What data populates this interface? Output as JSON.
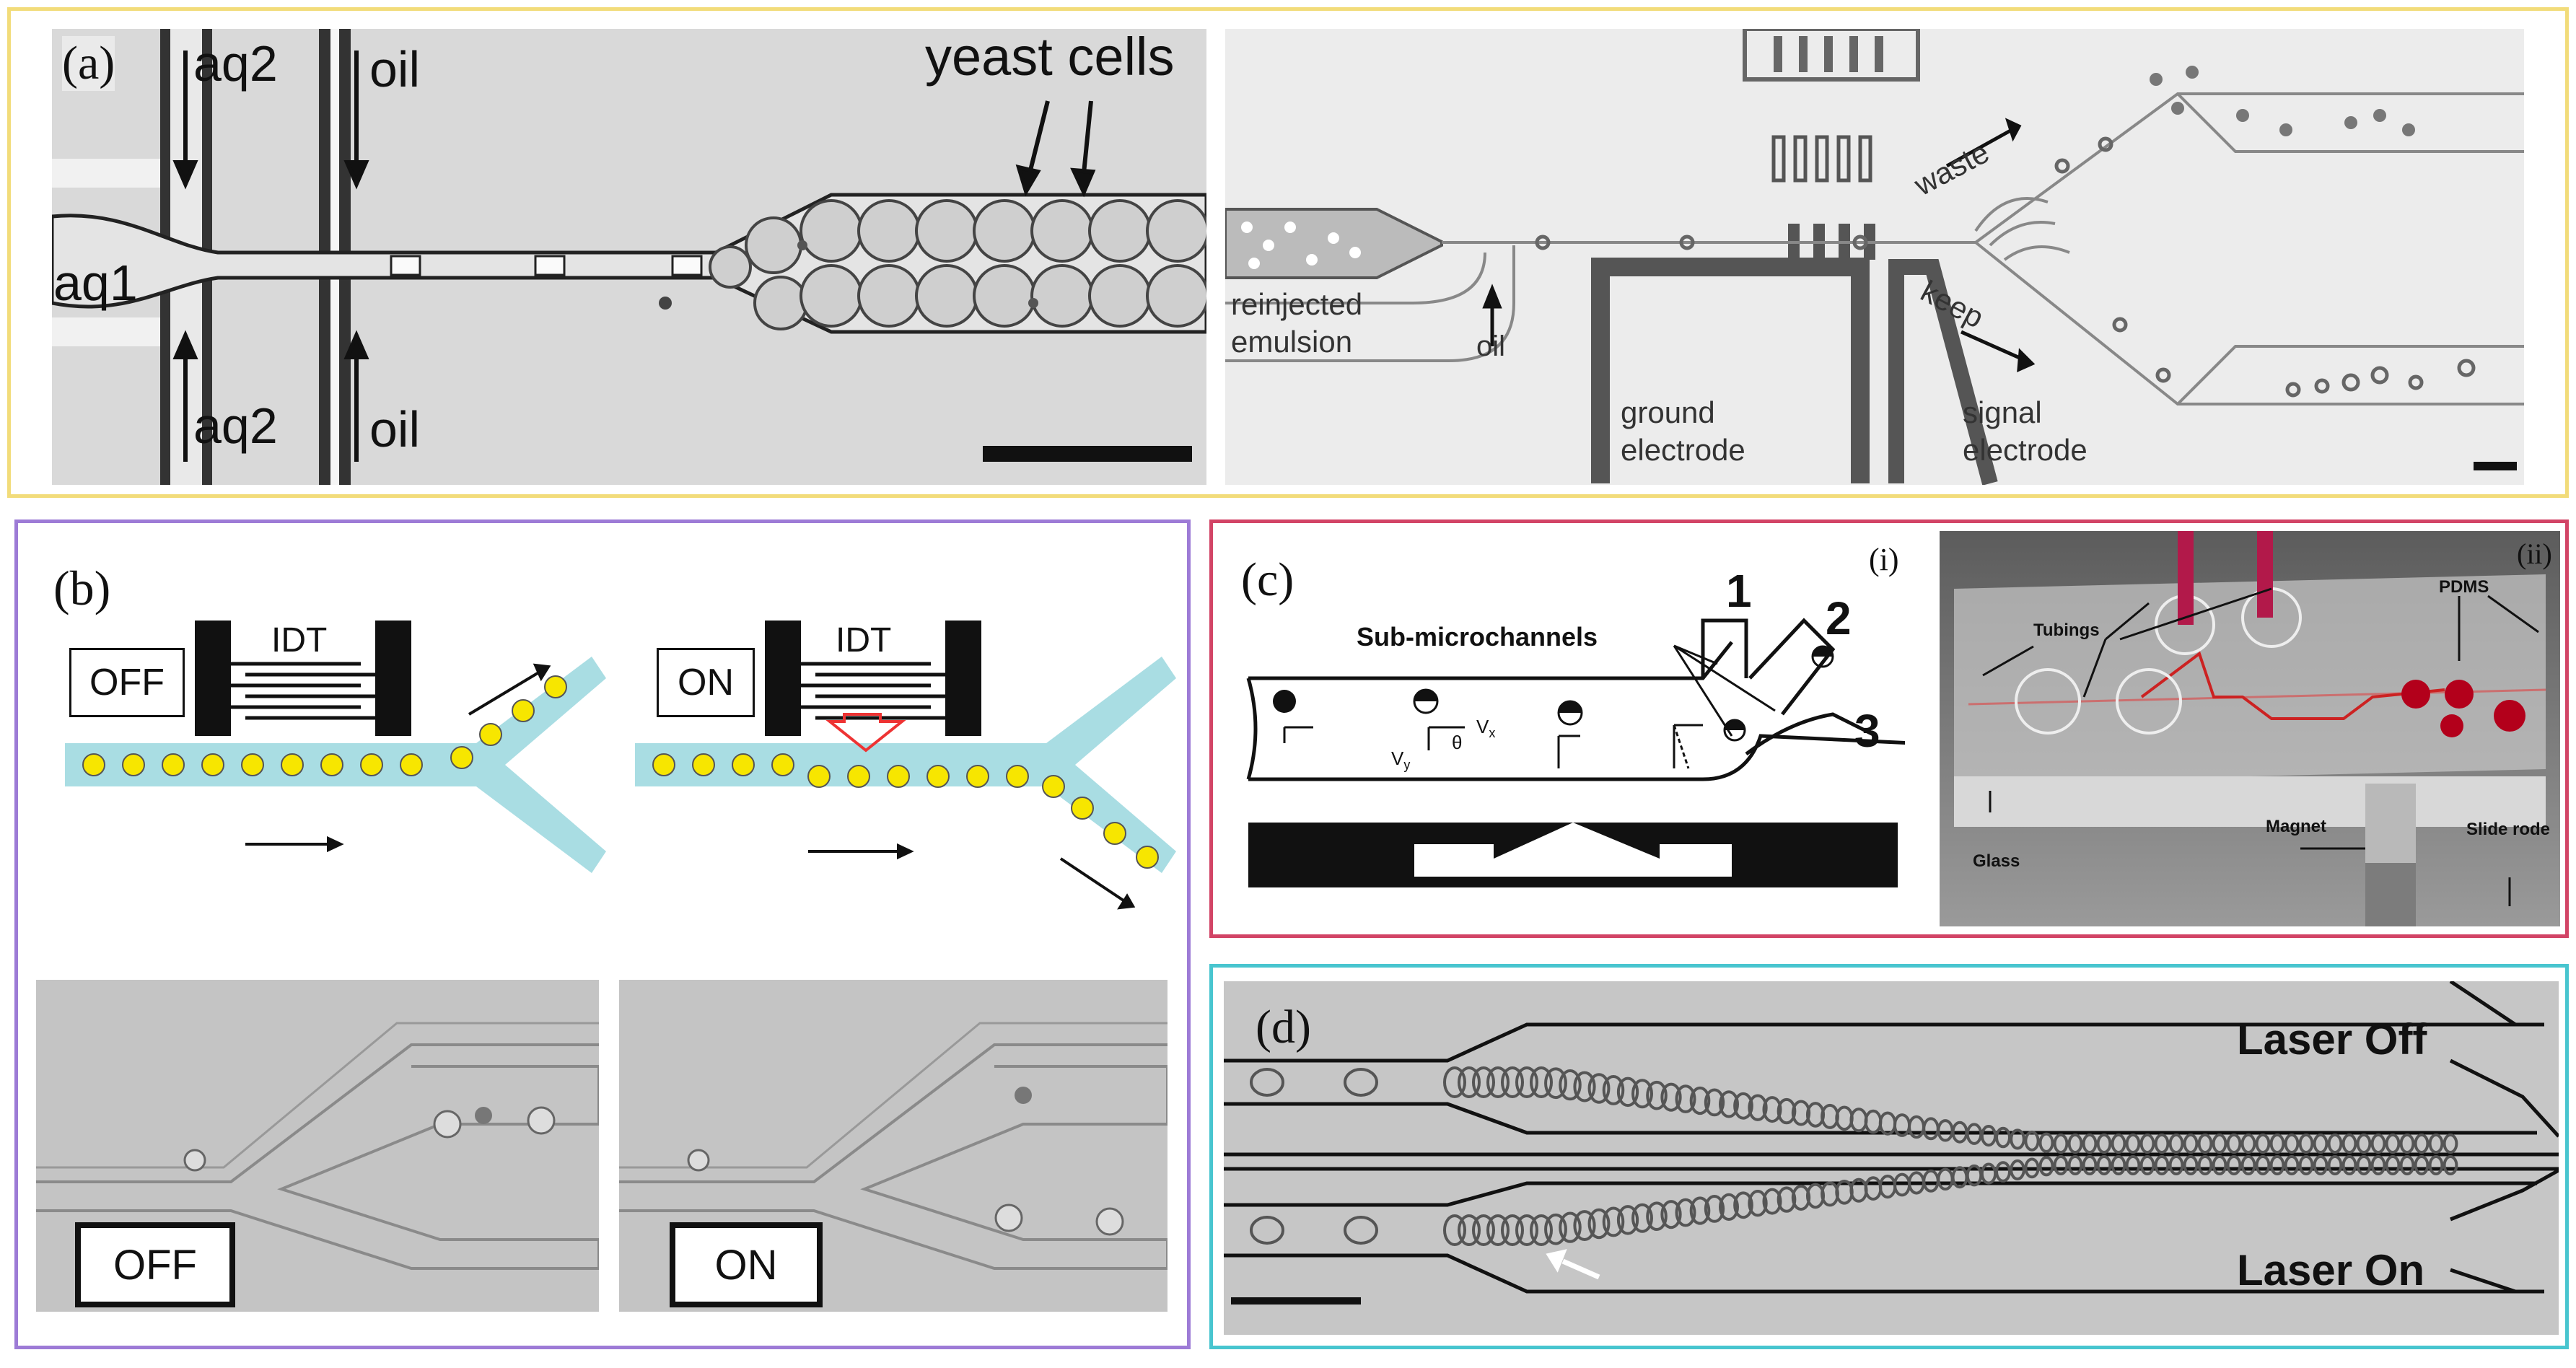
{
  "colors": {
    "panel_a": "#f2dc7a",
    "panel_b": "#9d7bd6",
    "panel_c": "#d24466",
    "panel_d": "#48c5cf",
    "channel": "#a9dde3",
    "droplet": "#f7e600"
  },
  "panel_a": {
    "label": "(a)",
    "left_image": {
      "aq2_top": "aq2",
      "oil_top": "oil",
      "aq1": "aq1",
      "aq2_bottom": "aq2",
      "oil_bottom": "oil",
      "yeast": "yeast cells"
    },
    "right_image": {
      "reinjected_line1": "reinjected",
      "reinjected_line2": "emulsion",
      "oil": "oil",
      "waste": "waste",
      "keep": "keep",
      "ground_line1": "ground",
      "ground_line2": "electrode",
      "signal_line1": "signal",
      "signal_line2": "electrode"
    }
  },
  "panel_b": {
    "label": "(b)",
    "off_diagram": {
      "state": "OFF",
      "idt": "IDT"
    },
    "on_diagram": {
      "state": "ON",
      "idt": "IDT"
    },
    "off_photo_label": "OFF",
    "on_photo_label": "ON"
  },
  "panel_c": {
    "label": "(c)",
    "sub_i": "(i)",
    "sub_ii": "(ii)",
    "sub_microchannels": "Sub-microchannels",
    "outlet_1": "1",
    "outlet_2": "2",
    "outlet_3": "3",
    "vx": "V",
    "vx_sub": "x",
    "vy": "V",
    "vy_sub": "y",
    "theta": "θ",
    "photo": {
      "tubings": "Tubings",
      "pdms": "PDMS",
      "glass": "Glass",
      "magnet": "Magnet",
      "slide_rode": "Slide rode"
    }
  },
  "panel_d": {
    "label": "(d)",
    "laser_off": "Laser Off",
    "laser_on": "Laser On"
  }
}
